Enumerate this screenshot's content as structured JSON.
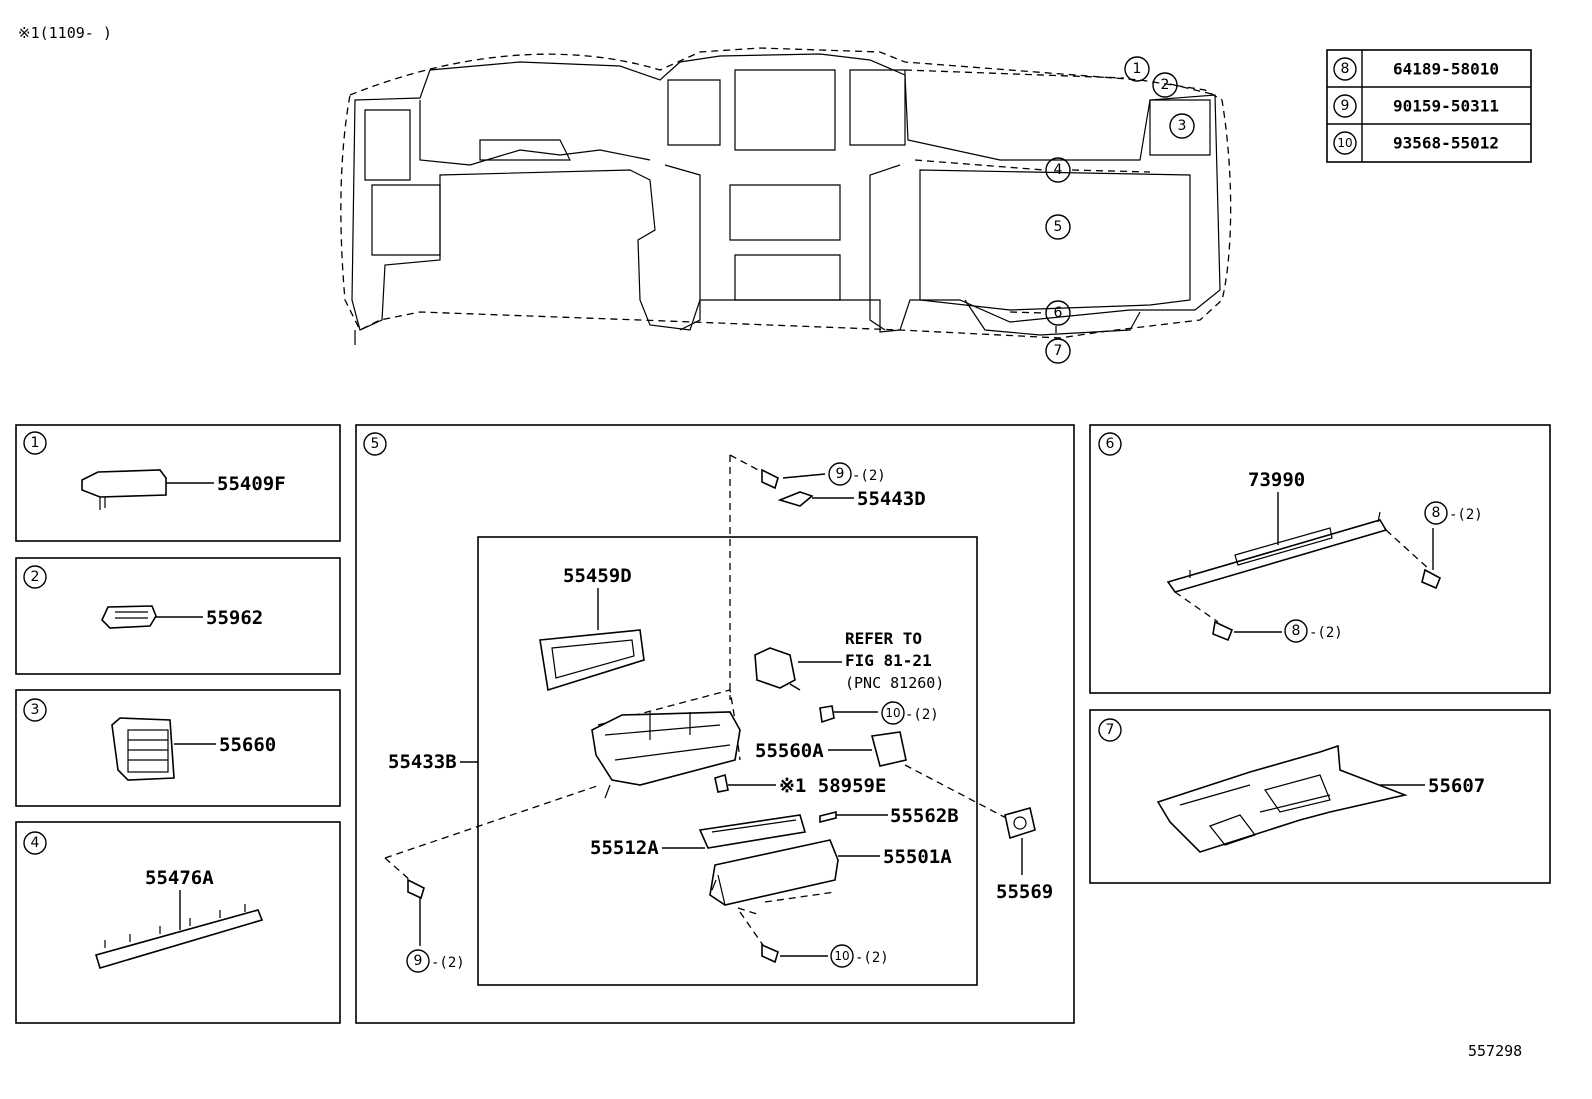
{
  "header": {
    "note": "※1(1109-     )"
  },
  "footer": {
    "figure_code": "557298"
  },
  "overview_callouts": [
    "1",
    "2",
    "3",
    "4",
    "5",
    "6",
    "7"
  ],
  "table": [
    {
      "ref": "8",
      "part": "64189-58010"
    },
    {
      "ref": "9",
      "part": "90159-50311"
    },
    {
      "ref": "10",
      "part": "93568-55012"
    }
  ],
  "panels": {
    "p1": {
      "num": "1",
      "part": "55409F"
    },
    "p2": {
      "num": "2",
      "part": "55962"
    },
    "p3": {
      "num": "3",
      "part": "55660"
    },
    "p4": {
      "num": "4",
      "part": "55476A"
    },
    "p5": {
      "num": "5",
      "outer_part": "55433B",
      "top_screw": {
        "ref": "9",
        "qty": "-(2)"
      },
      "top_part": "55443D",
      "lid": "55459D",
      "refer": {
        "line1": "REFER TO",
        "line2": "FIG 81-21",
        "line3": "(PNC 81260)"
      },
      "clip_ref": {
        "ref": "10",
        "qty": "-(2)"
      },
      "lock": "55560A",
      "bulb": "※1 58959E",
      "pin": "55562B",
      "frame": "55512A",
      "door": "55501A",
      "latch": "55569",
      "bottom_screw": {
        "ref": "10",
        "qty": "-(2)"
      },
      "left_screw": {
        "ref": "9",
        "qty": "-(2)"
      }
    },
    "p6": {
      "num": "6",
      "part": "73990",
      "bolt_a": {
        "ref": "8",
        "qty": "-(2)"
      },
      "bolt_b": {
        "ref": "8",
        "qty": "-(2)"
      }
    },
    "p7": {
      "num": "7",
      "part": "55607"
    }
  }
}
